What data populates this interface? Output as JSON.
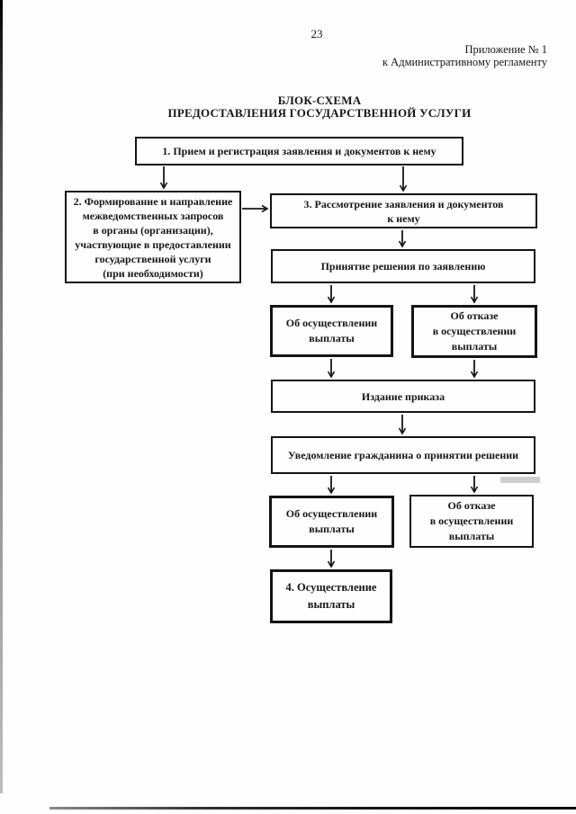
{
  "page": {
    "number": "23",
    "appendix_line1": "Приложение № 1",
    "appendix_line2": "к Административному регламенту",
    "title_line1": "БЛОК-СХЕМА",
    "title_line2": "ПРЕДОСТАВЛЕНИЯ ГОСУДАРСТВЕННОЙ УСЛУГИ"
  },
  "colors": {
    "ink": "#161616",
    "paper": "#fefefe"
  },
  "flowchart": {
    "boxes": {
      "step1": {
        "lines": [
          "1. Прием и регистрация заявления и документов к нему"
        ]
      },
      "step2": {
        "lines": [
          "2. Формирование и направление",
          "межведомственных запросов",
          "в органы (организации),",
          "участвующие в предоставлении",
          "государственной услуги",
          "(при необходимости)"
        ]
      },
      "step3": {
        "lines": [
          "3. Рассмотрение заявления и документов",
          "к нему"
        ]
      },
      "decision": {
        "lines": [
          "Принятие решения по заявлению"
        ]
      },
      "grant1": {
        "lines": [
          "Об осуществлении",
          "выплаты"
        ]
      },
      "refuse1": {
        "lines": [
          "Об отказе",
          "в осуществлении",
          "выплаты"
        ]
      },
      "order": {
        "lines": [
          "Издание приказа"
        ]
      },
      "notify": {
        "lines": [
          "Уведомление гражданина о принятии решении"
        ]
      },
      "grant2": {
        "lines": [
          "Об осуществлении",
          "выплаты"
        ]
      },
      "refuse2": {
        "lines": [
          "Об отказе",
          "в осуществлении",
          "выплаты"
        ]
      },
      "step4": {
        "lines": [
          "4. Осуществление",
          "выплаты"
        ]
      }
    },
    "edges": [
      {
        "from": "step1",
        "to": "step2"
      },
      {
        "from": "step1",
        "to": "step3"
      },
      {
        "from": "step2",
        "to": "step3"
      },
      {
        "from": "step3",
        "to": "decision"
      },
      {
        "from": "decision",
        "to": "grant1"
      },
      {
        "from": "decision",
        "to": "refuse1"
      },
      {
        "from": "grant1",
        "to": "order"
      },
      {
        "from": "refuse1",
        "to": "order"
      },
      {
        "from": "order",
        "to": "notify"
      },
      {
        "from": "notify",
        "to": "grant2"
      },
      {
        "from": "notify",
        "to": "refuse2"
      },
      {
        "from": "grant2",
        "to": "step4"
      }
    ]
  }
}
